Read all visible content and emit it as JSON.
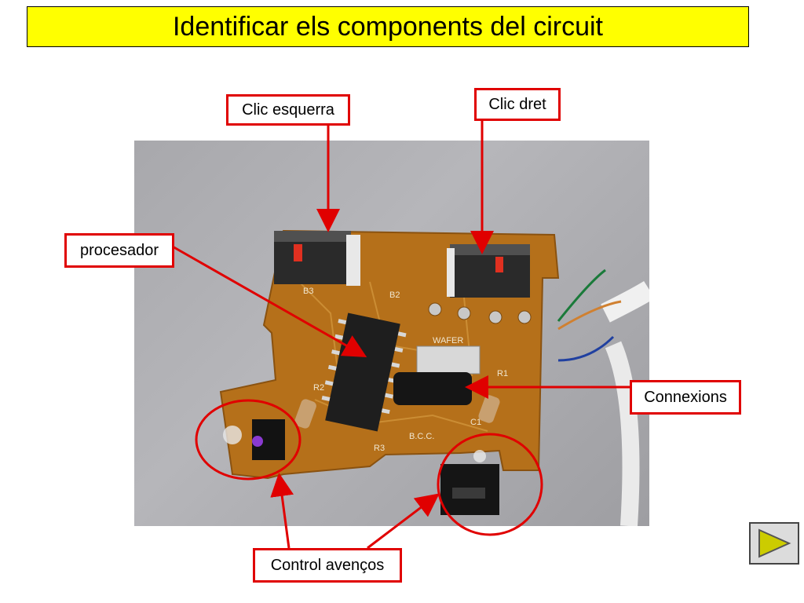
{
  "slide": {
    "title": "Identificar els components del circuit",
    "labels": {
      "clic_esquerra": "Clic esquerra",
      "clic_dret": "Clic dret",
      "procesador": "procesador",
      "connexions": "Connexions",
      "control_avencos": "Control avenços"
    },
    "photo": {
      "pcb_markings": {
        "b3": "B3",
        "b2": "B2",
        "wafer": "WAFER",
        "bcc": "B.C.C.",
        "r2": "R2",
        "r3": "R3",
        "r1": "R1",
        "c1": "C1"
      }
    },
    "colors": {
      "title_background": "#ffff00",
      "label_border": "#e00000",
      "arrow": "#e00000",
      "next_button_triangle": "#cccc00"
    },
    "next_button": {
      "icon": "play-triangle-icon"
    }
  }
}
